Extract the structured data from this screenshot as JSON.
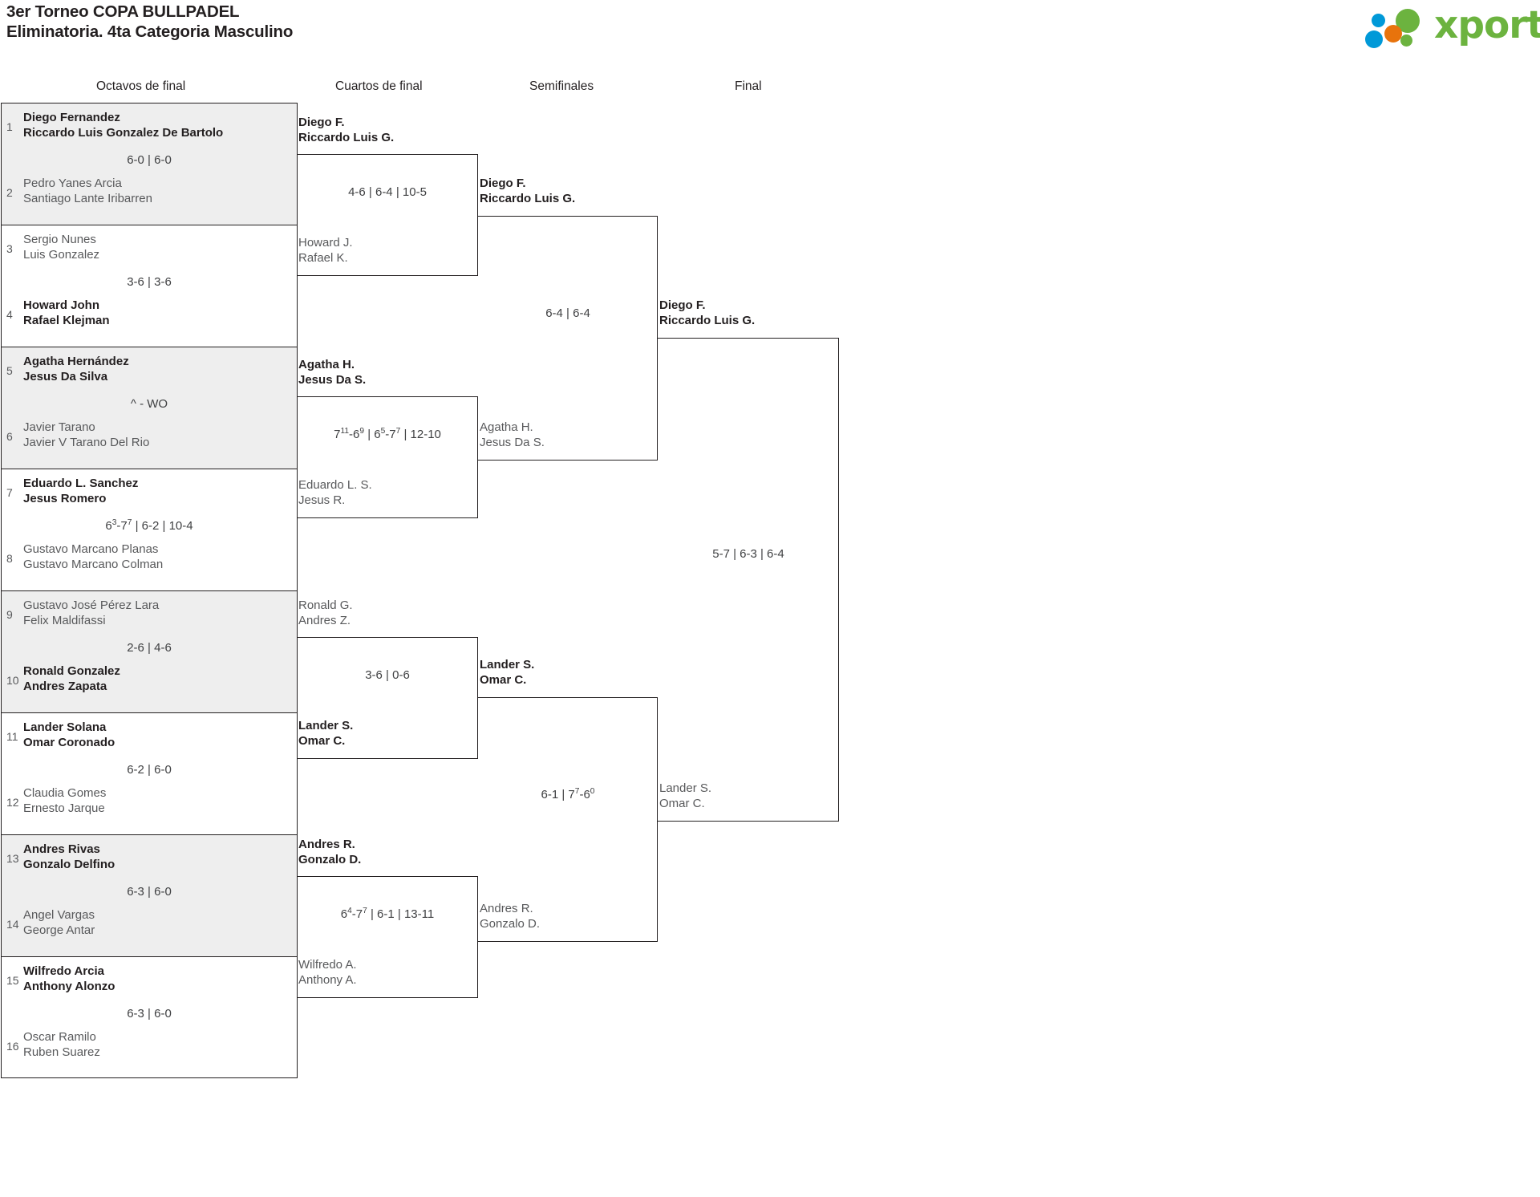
{
  "header": {
    "title_line1": "3er Torneo COPA BULLPADEL",
    "title_line2": "Eliminatoria. 4ta Categoria Masculino",
    "logo_text": "xporty",
    "logo_colors": {
      "green": "#6cb33f",
      "blue": "#0099d8",
      "orange": "#e8730c"
    }
  },
  "rounds": [
    {
      "id": "octavos",
      "label": "Octavos de final"
    },
    {
      "id": "cuartos",
      "label": "Cuartos de final"
    },
    {
      "id": "semis",
      "label": "Semifinales"
    },
    {
      "id": "final",
      "label": "Final"
    }
  ],
  "round1": [
    {
      "seed_top": "1",
      "seed_bot": "2",
      "top": [
        "Diego Fernandez",
        "Riccardo Luis Gonzalez De Bartolo"
      ],
      "top_won": true,
      "bot": [
        "Pedro Yanes Arcia",
        "Santiago Lante Iribarren"
      ],
      "bot_won": false,
      "score": "6-0 | 6-0",
      "shaded": true
    },
    {
      "seed_top": "3",
      "seed_bot": "4",
      "top": [
        "Sergio Nunes",
        "Luis Gonzalez"
      ],
      "top_won": false,
      "bot": [
        "Howard John",
        "Rafael Klejman"
      ],
      "bot_won": true,
      "score": "3-6 | 3-6",
      "shaded": false
    },
    {
      "seed_top": "5",
      "seed_bot": "6",
      "top": [
        "Agatha Hernández",
        "Jesus Da Silva"
      ],
      "top_won": true,
      "bot": [
        "Javier Tarano",
        "Javier V Tarano Del Rio"
      ],
      "bot_won": false,
      "score": "^ - WO",
      "shaded": true
    },
    {
      "seed_top": "7",
      "seed_bot": "8",
      "top": [
        "Eduardo L. Sanchez",
        "Jesus Romero"
      ],
      "top_won": true,
      "bot": [
        "Gustavo Marcano Planas",
        "Gustavo Marcano Colman"
      ],
      "bot_won": false,
      "score": "6<sup>3</sup>-7<sup>7</sup> | 6-2 | 10-4",
      "shaded": false
    },
    {
      "seed_top": "9",
      "seed_bot": "10",
      "top": [
        "Gustavo José Pérez Lara",
        "Felix Maldifassi"
      ],
      "top_won": false,
      "bot": [
        "Ronald Gonzalez",
        "Andres Zapata"
      ],
      "bot_won": true,
      "score": "2-6 | 4-6",
      "shaded": true
    },
    {
      "seed_top": "11",
      "seed_bot": "12",
      "top": [
        "Lander Solana",
        "Omar Coronado"
      ],
      "top_won": true,
      "bot": [
        "Claudia Gomes",
        "Ernesto Jarque"
      ],
      "bot_won": false,
      "score": "6-2 | 6-0",
      "shaded": false
    },
    {
      "seed_top": "13",
      "seed_bot": "14",
      "top": [
        "Andres Rivas",
        "Gonzalo Delfino"
      ],
      "top_won": true,
      "bot": [
        "Angel Vargas",
        "George Antar"
      ],
      "bot_won": false,
      "score": "6-3 | 6-0",
      "shaded": true
    },
    {
      "seed_top": "15",
      "seed_bot": "16",
      "top": [
        "Wilfredo Arcia",
        "Anthony Alonzo"
      ],
      "top_won": true,
      "bot": [
        "Oscar Ramilo",
        "Ruben Suarez"
      ],
      "bot_won": false,
      "score": "6-3 | 6-0",
      "shaded": false
    }
  ],
  "round2": [
    {
      "top": [
        "Diego F.",
        "Riccardo Luis G."
      ],
      "top_won": true,
      "bot": [
        "Howard J.",
        "Rafael K."
      ],
      "bot_won": false,
      "score": "4-6 | 6-4 | 10-5"
    },
    {
      "top": [
        "Agatha H.",
        "Jesus Da S."
      ],
      "top_won": true,
      "bot": [
        "Eduardo L. S.",
        "Jesus R."
      ],
      "bot_won": false,
      "score": "7<sup>11</sup>-6<sup>9</sup> | 6<sup>5</sup>-7<sup>7</sup> | 12-10"
    },
    {
      "top": [
        "Ronald G.",
        "Andres Z."
      ],
      "top_won": false,
      "bot": [
        "Lander S.",
        "Omar C."
      ],
      "bot_won": true,
      "score": "3-6 | 0-6"
    },
    {
      "top": [
        "Andres R.",
        "Gonzalo D."
      ],
      "top_won": true,
      "bot": [
        "Wilfredo A.",
        "Anthony A."
      ],
      "bot_won": false,
      "score": "6<sup>4</sup>-7<sup>7</sup> | 6-1 | 13-11"
    }
  ],
  "round3": [
    {
      "top": [
        "Diego F.",
        "Riccardo Luis G."
      ],
      "top_won": true,
      "bot": [
        "Agatha H.",
        "Jesus Da S."
      ],
      "bot_won": false,
      "score": "6-4 | 6-4"
    },
    {
      "top": [
        "Lander S.",
        "Omar C."
      ],
      "top_won": true,
      "bot": [
        "Andres R.",
        "Gonzalo D."
      ],
      "bot_won": false,
      "score": "6-1 | 7<sup>7</sup>-6<sup>0</sup>"
    }
  ],
  "round4": [
    {
      "top": [
        "Diego F.",
        "Riccardo Luis G."
      ],
      "top_won": true,
      "bot": [
        "Lander S.",
        "Omar C."
      ],
      "bot_won": false,
      "score": "5-7 | 6-3 | 6-4"
    }
  ]
}
